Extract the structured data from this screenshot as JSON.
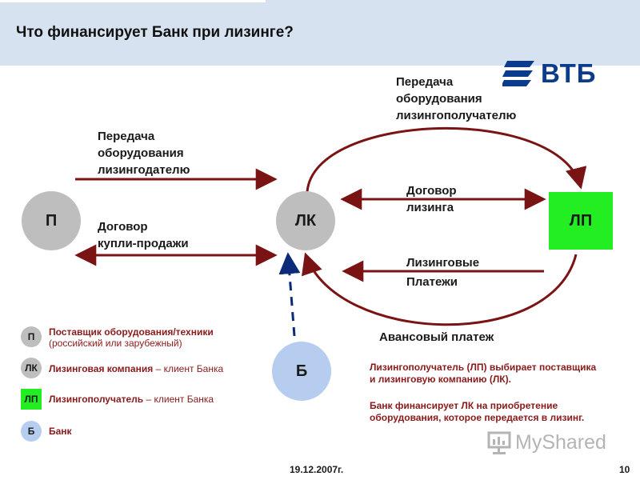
{
  "header": {
    "title": "Что финансирует Банк при лизинге?",
    "band_color": "#d6e2ef"
  },
  "logo": {
    "text": "ВТБ",
    "color": "#0b3b8c"
  },
  "diagram": {
    "nodes": {
      "p": "П",
      "lk": "ЛК",
      "lp": "ЛП",
      "b": "Б"
    },
    "labels": {
      "transfer_to_lessor": [
        "Передача",
        "оборудования",
        "лизингодателю"
      ],
      "purchase_contract": [
        "Договор",
        "купли-продажи"
      ],
      "transfer_to_lessee": [
        "Передача",
        "оборудования",
        "лизингополучателю"
      ],
      "leasing_contract": [
        "Договор",
        "лизинга"
      ],
      "leasing_payments": [
        "Лизинговые",
        "Платежи"
      ],
      "advance_payment": "Авансовый платеж"
    },
    "arrow_color": "#7a1414"
  },
  "legend": [
    {
      "marker": "П",
      "title": "Поставщик оборудования/техники",
      "desc": "(российский или зарубежный)"
    },
    {
      "marker": "ЛК",
      "title": "Лизинговая компания",
      "desc": " – клиент Банка"
    },
    {
      "marker": "ЛП",
      "title": "Лизингополучатель",
      "desc": " – клиент Банка"
    },
    {
      "marker": "Б",
      "title": "Банк",
      "desc": ""
    }
  ],
  "notes": {
    "line1": "Лизингополучатель (ЛП) выбирает поставщика",
    "line2": "и лизинговую компанию (ЛК).",
    "line3": "Банк финансирует ЛК на приобретение",
    "line4": "оборудования, которое передается в лизинг."
  },
  "footer": {
    "date": "19.12.2007г.",
    "page": "10"
  },
  "watermark": {
    "text": "MyShared"
  },
  "colors": {
    "node_gray": "#bebebe",
    "node_bank": "#b6cdf0",
    "lp_green": "#22ee22",
    "text_dark_red": "#8b1a1a"
  }
}
